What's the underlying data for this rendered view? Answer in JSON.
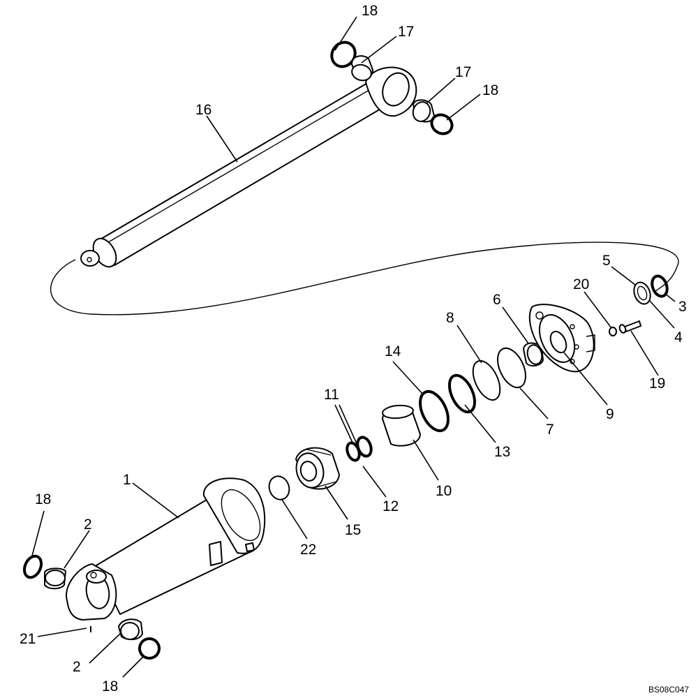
{
  "drawing_code": "BS08C047",
  "callouts": {
    "c1": "1",
    "c2a": "2",
    "c2b": "2",
    "c3": "3",
    "c4": "4",
    "c5": "5",
    "c6": "6",
    "c7": "7",
    "c8": "8",
    "c9": "9",
    "c10": "10",
    "c11": "11",
    "c12": "12",
    "c13": "13",
    "c14": "14",
    "c15": "15",
    "c16": "16",
    "c17a": "17",
    "c17b": "17",
    "c18a": "18",
    "c18b": "18",
    "c18c": "18",
    "c18d": "18",
    "c19": "19",
    "c20": "20",
    "c21": "21",
    "c22": "22"
  }
}
